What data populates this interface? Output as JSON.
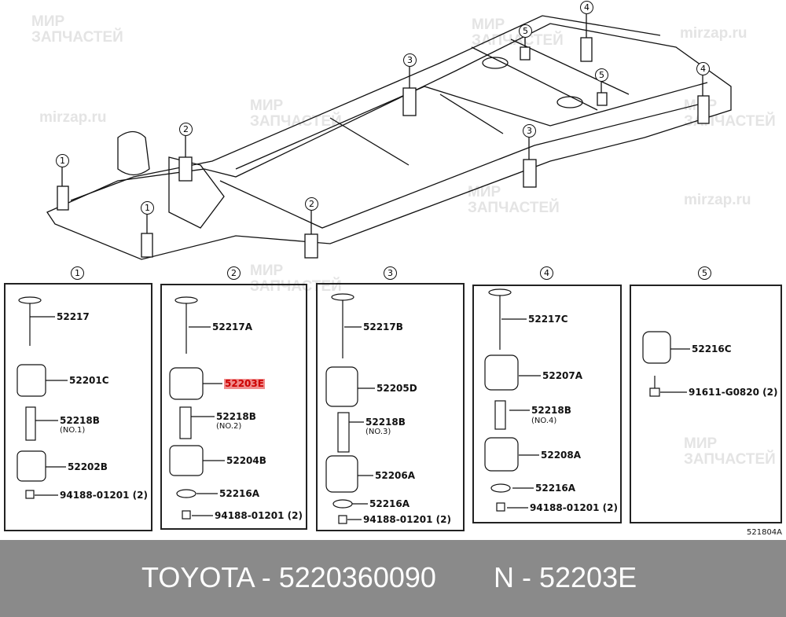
{
  "watermarks": {
    "line1": "МИР",
    "line2": "ЗАПЧАСТЕЙ",
    "site": "mirzap.ru"
  },
  "callouts": [
    "1",
    "2",
    "3",
    "4",
    "5"
  ],
  "panels": [
    {
      "number": "1",
      "parts": [
        {
          "code": "52217"
        },
        {
          "code": "52201C"
        },
        {
          "code": "52218B",
          "note": "(NO.1)"
        },
        {
          "code": "52202B"
        },
        {
          "code": "94188-01201 (2)"
        }
      ]
    },
    {
      "number": "2",
      "parts": [
        {
          "code": "52217A"
        },
        {
          "code": "52203E",
          "highlighted": true
        },
        {
          "code": "52218B",
          "note": "(NO.2)"
        },
        {
          "code": "52204B"
        },
        {
          "code": "52216A"
        },
        {
          "code": "94188-01201 (2)"
        }
      ]
    },
    {
      "number": "3",
      "parts": [
        {
          "code": "52217B"
        },
        {
          "code": "52205D"
        },
        {
          "code": "52218B",
          "note": "(NO.3)"
        },
        {
          "code": "52206A"
        },
        {
          "code": "52216A"
        },
        {
          "code": "94188-01201 (2)"
        }
      ]
    },
    {
      "number": "4",
      "parts": [
        {
          "code": "52217C"
        },
        {
          "code": "52207A"
        },
        {
          "code": "52218B",
          "note": "(NO.4)"
        },
        {
          "code": "52208A"
        },
        {
          "code": "52216A"
        },
        {
          "code": "94188-01201 (2)"
        }
      ]
    },
    {
      "number": "5",
      "parts": [
        {
          "code": "52216C"
        },
        {
          "code": "91611-G0820 (2)"
        }
      ]
    }
  ],
  "figure_id": "521804A",
  "footer": {
    "brand_part": "TOYOTA - 5220360090",
    "ref": "N - 52203E"
  },
  "colors": {
    "highlight": "#f08c8c",
    "footer_bg": "#8a8a8a"
  }
}
